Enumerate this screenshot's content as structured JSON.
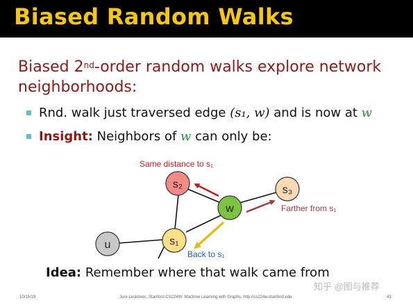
{
  "slide": {
    "title": "Biased Random Walks",
    "heading_line1_pre": "Biased 2",
    "heading_sup": "nd",
    "heading_line1_post": "-order random walks explore network",
    "heading_line2": "neighborhoods:",
    "bullet1": {
      "pre": "Rnd. walk just traversed edge ",
      "edge": "(s₁, w)",
      "mid": " and is now at ",
      "node": "w"
    },
    "bullet2": {
      "label": "Insight:",
      "pre": " Neighbors of ",
      "node": "w",
      "post": " can only be:"
    },
    "idea_label": "Idea:",
    "idea_text": " Remember where that walk came from"
  },
  "graph": {
    "nodes": {
      "u": "u",
      "s1": "s₁",
      "s2": "s₂",
      "s3": "s₃",
      "w": "w"
    },
    "labels": {
      "same": "Same distance to s₁",
      "farther": "Farther from s₁",
      "back": "Back to s₁"
    },
    "colors": {
      "s2": "#f28a86",
      "s3": "#fdd9b5",
      "w": "#7dc242",
      "s1": "#fbe08a",
      "u": "#c8c8c8",
      "red": "#c0191f",
      "dark_red": "#a03a3a",
      "yellow_arrow": "#e8b818",
      "blue": "#1f5fa8"
    }
  },
  "footer": {
    "date": "10/15/19",
    "center": "Jure Leskovec, Stanford CS224W: Machine Learning with Graphs, http://cs224w.stanford.edu",
    "page": "43"
  },
  "watermark": "知乎 @图与推荐"
}
